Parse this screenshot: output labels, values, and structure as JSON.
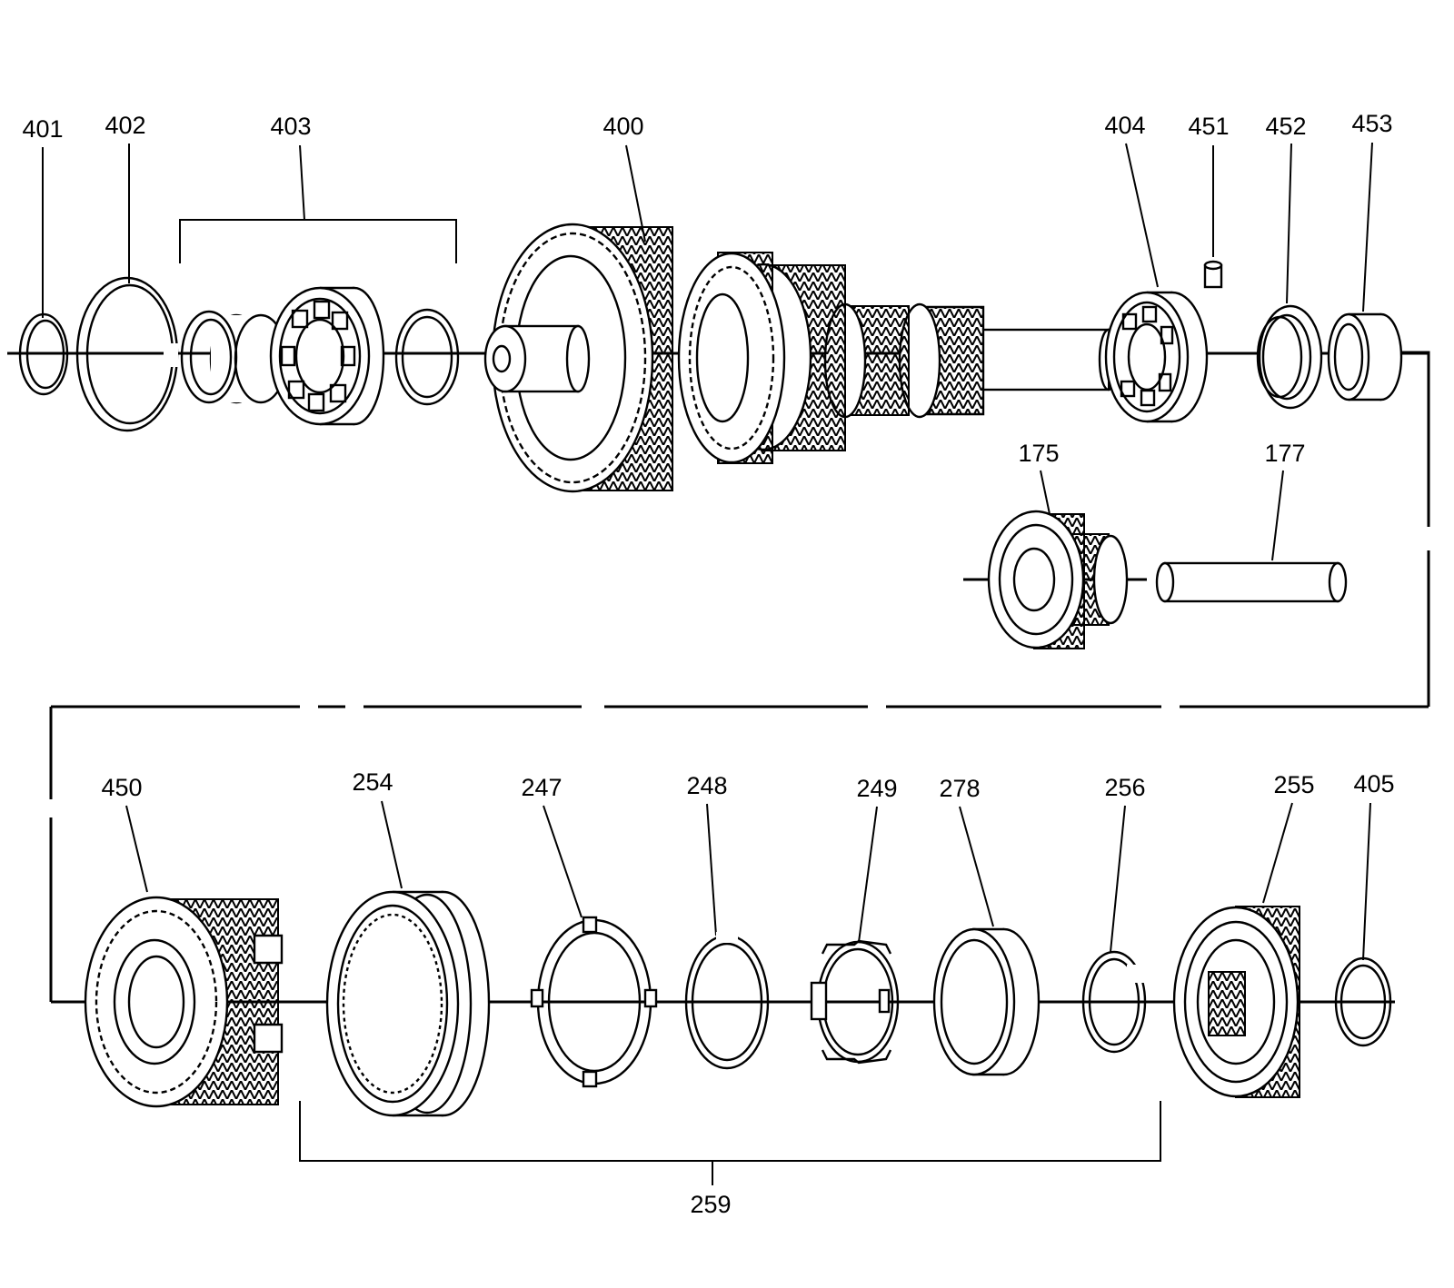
{
  "callouts": {
    "c401": "401",
    "c402": "402",
    "c403": "403",
    "c400": "400",
    "c404": "404",
    "c451": "451",
    "c452": "452",
    "c453": "453",
    "c175": "175",
    "c177": "177",
    "c450": "450",
    "c254": "254",
    "c247": "247",
    "c248": "248",
    "c249": "249",
    "c278": "278",
    "c256": "256",
    "c255": "255",
    "c405": "405",
    "c259": "259"
  }
}
